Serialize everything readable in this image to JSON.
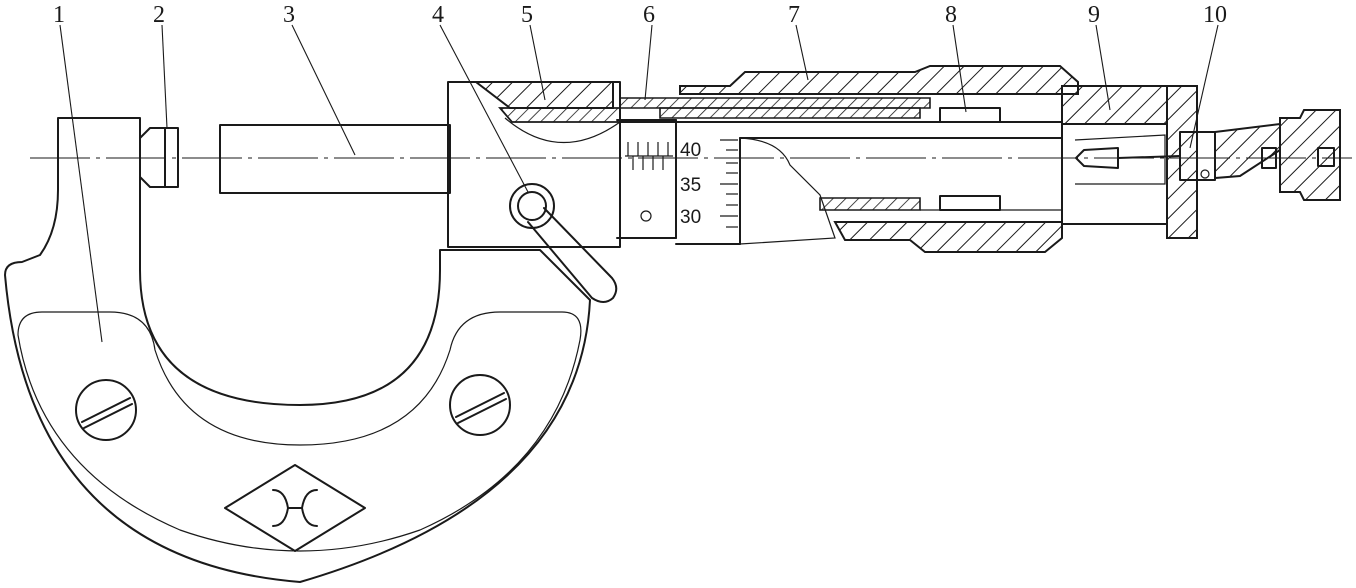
{
  "diagram": {
    "callouts": [
      "1",
      "2",
      "3",
      "4",
      "5",
      "6",
      "7",
      "8",
      "9",
      "10"
    ],
    "thimble_scale": [
      "40",
      "35",
      "30"
    ]
  }
}
